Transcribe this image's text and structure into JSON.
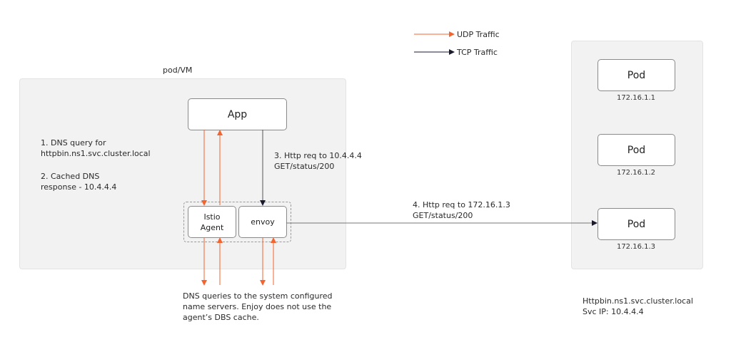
{
  "legend": {
    "udp_label": "UDP Traffic",
    "tcp_label": "TCP Traffic"
  },
  "colors": {
    "udp": "#f26430",
    "tcp": "#1a1a2e",
    "region_bg": "#f2f2f2"
  },
  "pod_vm": {
    "title": "pod/VM",
    "app_label": "App",
    "istio_agent_label": "Istio\nAgent",
    "envoy_label": "envoy",
    "step1_line1": "1. DNS query for",
    "step1_line2": "httpbin.ns1.svc.cluster.local",
    "step2_line1": "2. Cached DNS",
    "step2_line2": "response - 10.4.4.4",
    "step3_line1": "3. Http req to 10.4.4.4",
    "step3_line2": "GET/status/200"
  },
  "step4": {
    "line1": "4. Http req to 172.16.1.3",
    "line2": "GET/status/200"
  },
  "dns_note": {
    "line1": "DNS queries to the system configured",
    "line2": "name servers. Enjoy does not use the",
    "line3": "agent’s DBS cache."
  },
  "cluster": {
    "pods": [
      {
        "label": "Pod",
        "ip": "172.16.1.1"
      },
      {
        "label": "Pod",
        "ip": "172.16.1.2"
      },
      {
        "label": "Pod",
        "ip": "172.16.1.3"
      }
    ],
    "service_name": "Httpbin.ns1.svc.cluster.local",
    "service_ip": "Svc IP: 10.4.4.4"
  }
}
